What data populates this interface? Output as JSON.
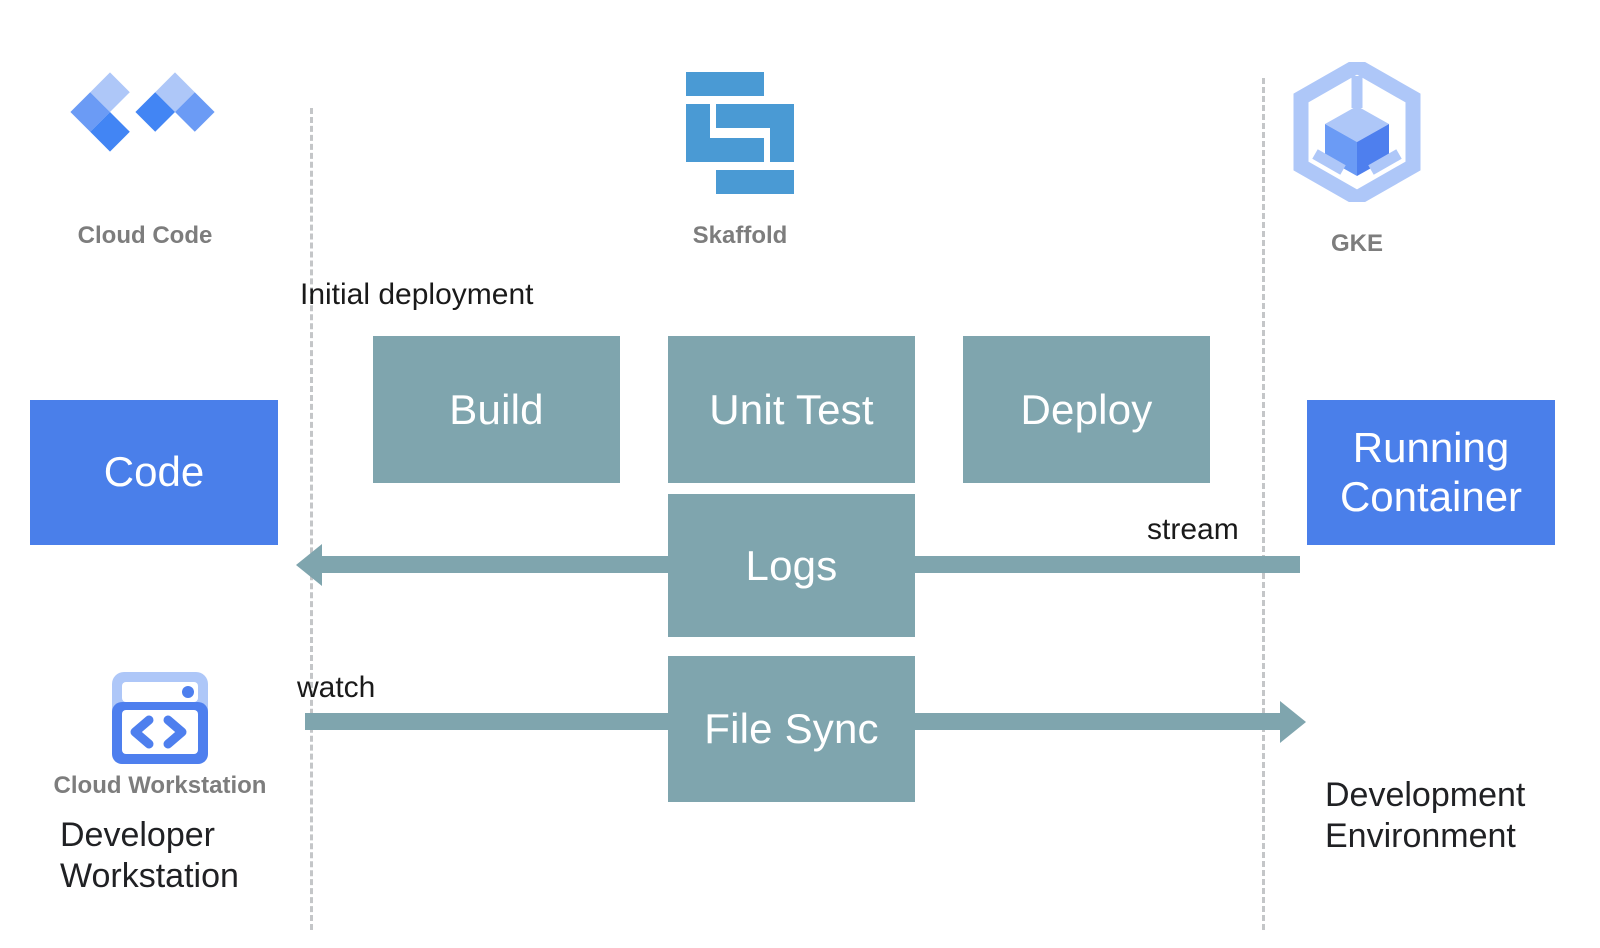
{
  "diagram": {
    "title": "Skaffold development loop with Cloud Code and GKE",
    "colors": {
      "process_box": "#7fa5ae",
      "artifact_box": "#4a7fea",
      "boundary_line": "#c4c6c8",
      "logo_caption": "#7d7d7d",
      "flow_label": "#1a1a1a",
      "skaffold_blue": "#4a9ad4",
      "cloud_code_blue_dark": "#4285f4",
      "cloud_code_blue_mid": "#6b9bf5",
      "cloud_code_blue_light": "#aec7f8",
      "gke_hex_light": "#aec7f8",
      "gke_cube_blue": "#5b8def"
    }
  },
  "logos": [
    {
      "id": "cloud-code",
      "caption": "Cloud Code"
    },
    {
      "id": "skaffold",
      "caption": "Skaffold"
    },
    {
      "id": "gke",
      "caption": "GKE"
    }
  ],
  "artifacts": {
    "code": "Code",
    "running_container": "Running Container",
    "running_container_line1": "Running",
    "running_container_line2": "Container"
  },
  "pipeline": {
    "steps": [
      {
        "label": "Build"
      },
      {
        "label": "Unit Test"
      },
      {
        "label": "Deploy"
      }
    ],
    "logs": "Logs",
    "file_sync": "File Sync"
  },
  "flow_labels": {
    "initial_deployment": "Initial deployment",
    "stream": "stream",
    "watch": "watch"
  },
  "zones": {
    "left_line1": "Developer",
    "left_line2": "Workstation",
    "left_badge": "Cloud Workstation",
    "right_line1": "Development",
    "right_line2": "Environment"
  }
}
